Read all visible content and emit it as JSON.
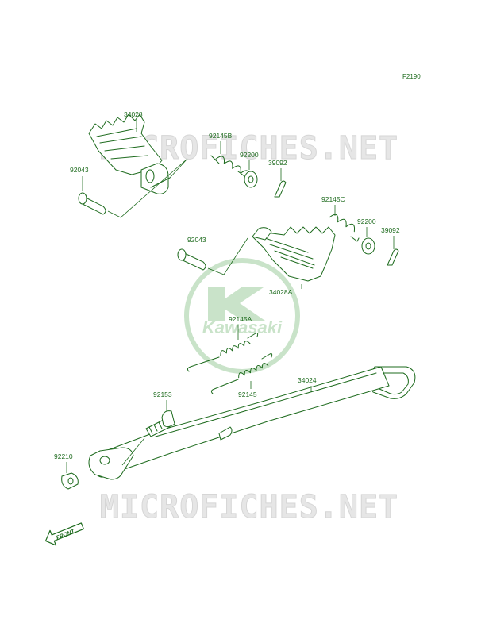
{
  "figure_code": "F2190",
  "watermark": "MICROFICHES.NET",
  "logo_text": "Kawasaki",
  "front_label": "FRONT",
  "colors": {
    "ink": "#1e6b1e",
    "logo": "#c9e3c9",
    "watermark": "#e6e6e6"
  },
  "parts": {
    "p34028": "34028",
    "p92145B": "92145B",
    "p92200_top": "92200",
    "p39092_top": "39092",
    "p92043_top": "92043",
    "p92145C": "92145C",
    "p92200_mid": "92200",
    "p39092_mid": "39092",
    "p92043_mid": "92043",
    "p34028A": "34028A",
    "p92145A": "92145A",
    "p92145": "92145",
    "p34024": "34024",
    "p92153": "92153",
    "p92210": "92210"
  }
}
